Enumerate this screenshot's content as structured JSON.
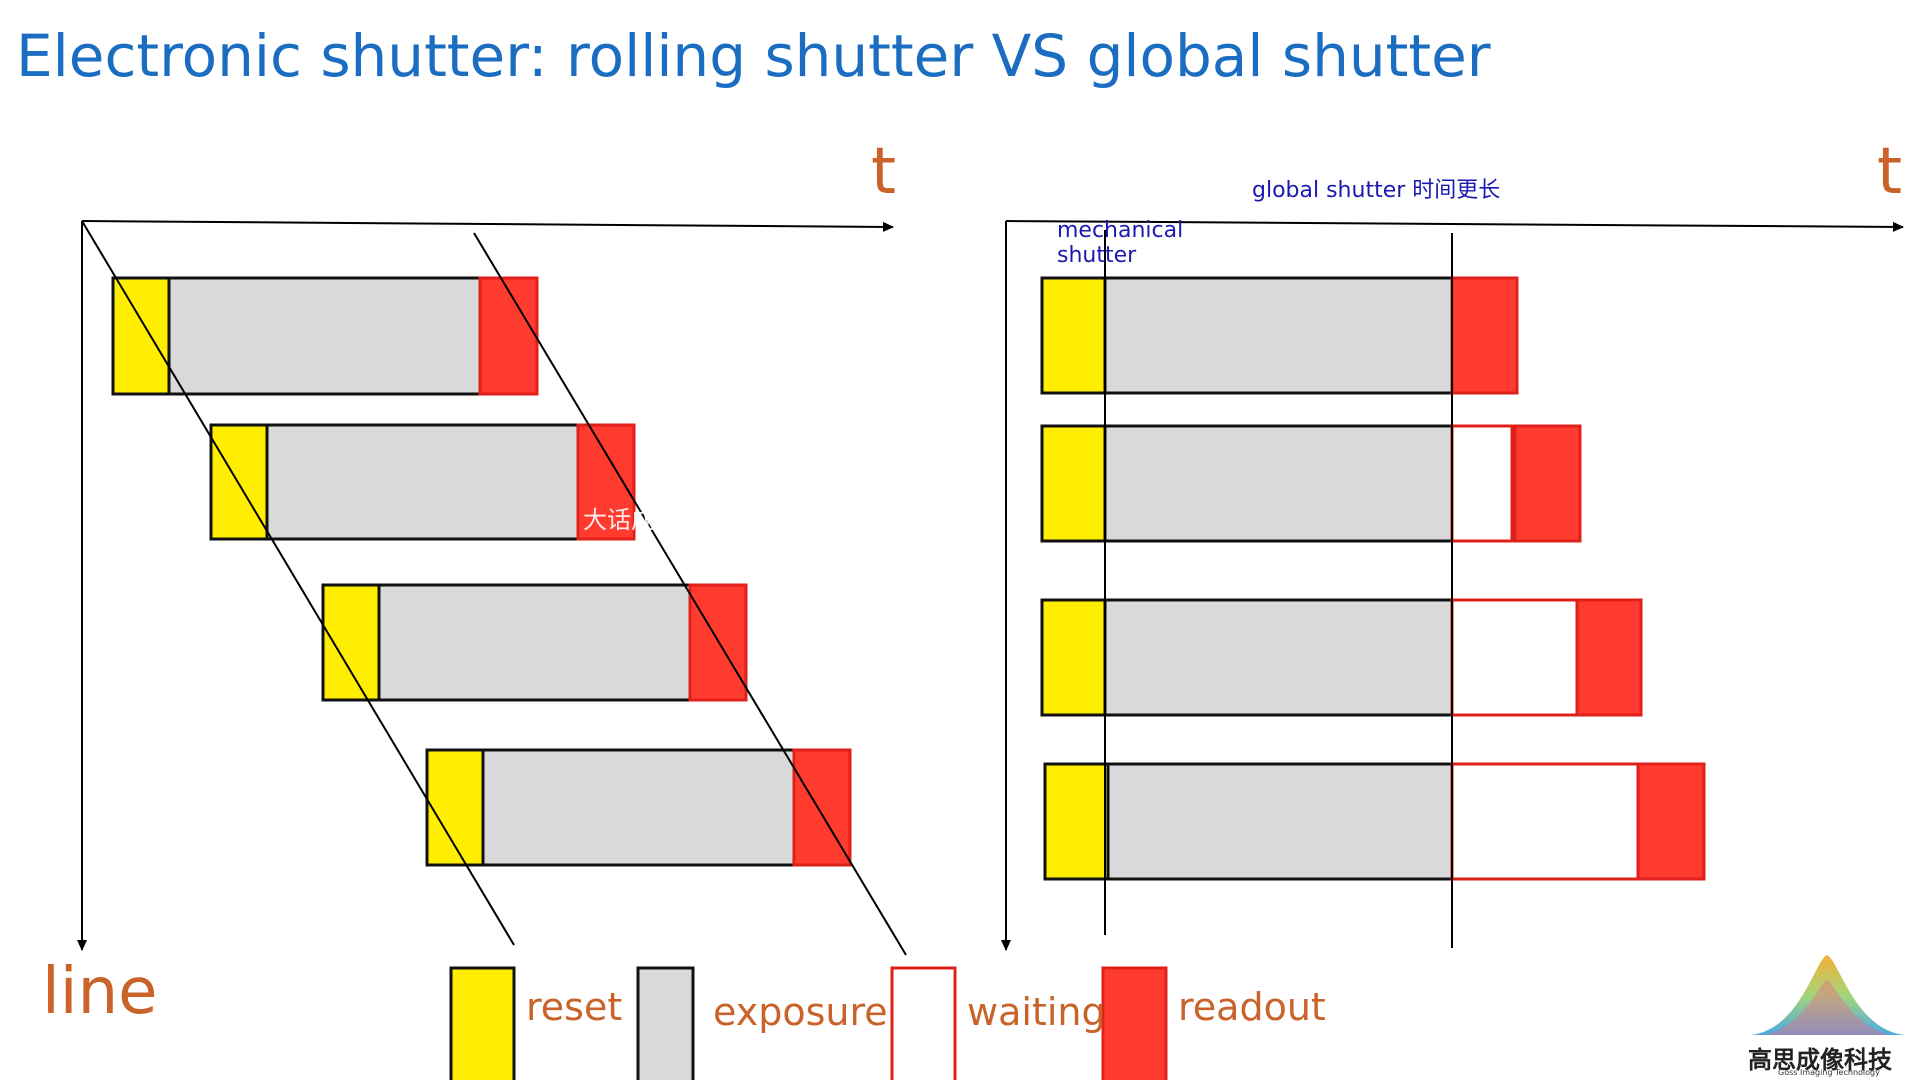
{
  "title": "Electronic shutter: rolling shutter VS global shutter",
  "axis": {
    "time": "t",
    "line": "line"
  },
  "global_note": "global shutter 时间更长",
  "mechanical_note": "mechanical\nshutter",
  "watermark": "大话成像",
  "legend": {
    "reset": "reset",
    "exposure": "exposure",
    "waiting": "waiting",
    "readout": "readout"
  },
  "colors": {
    "reset": "#ffee00",
    "exposure": "#d9d9d9",
    "waiting": "#ffffff",
    "readout": "#ff3b30",
    "border_red": "#e0201a",
    "title": "#1a6dc0",
    "label": "#c9632a"
  },
  "logo": {
    "name": "高思成像科技",
    "sub": "Goss Imaging Technology"
  }
}
